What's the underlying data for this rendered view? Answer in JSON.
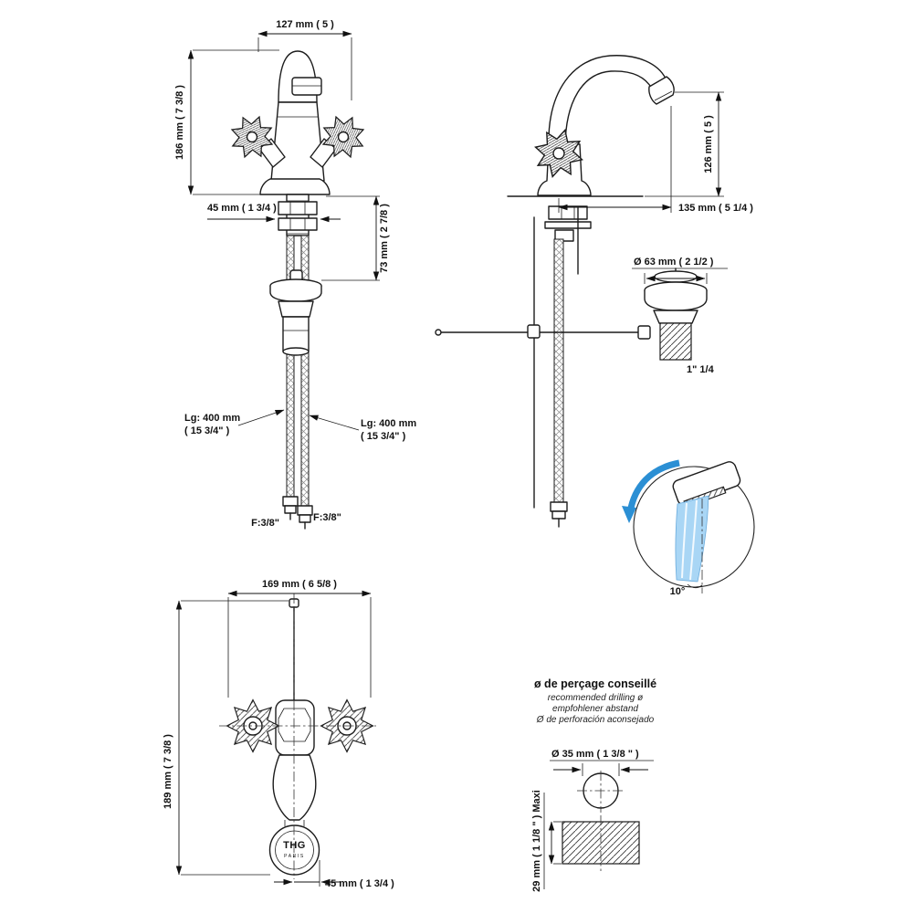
{
  "front_view": {
    "dim_spout_width": "127 mm ( 5 )",
    "dim_total_height": "186 mm ( 7 3/8 )",
    "dim_shank": "45 mm ( 1 3/4 )",
    "dim_under_deck": "73 mm ( 2 7/8 )",
    "hose_left_line1": "Lg: 400 mm",
    "hose_left_line2": "( 15 3/4\" )",
    "hose_right_line1": "Lg: 400 mm",
    "hose_right_line2": "( 15 3/4\" )",
    "fitting_left": "F:3/8\"",
    "fitting_right": "F:3/8\""
  },
  "side_view": {
    "dim_spout_height": "126 mm ( 5 )",
    "dim_reach": "135 mm ( 5 1/4 )",
    "dim_drain_diameter": "Ø 63 mm ( 2 1/2 )",
    "drain_thread": "1\" 1/4",
    "detail_angle": "10°"
  },
  "top_view": {
    "dim_width": "169 mm ( 6 5/8 )",
    "dim_depth": "189 mm ( 7 3/8 )",
    "dim_spout_offset": "45 mm ( 1 3/4 )",
    "logo_name": "THG",
    "logo_city": "PARIS"
  },
  "drilling": {
    "title": "ø de perçage conseillé",
    "subtitle_en": "recommended drilling ø",
    "subtitle_de": "empfohlener abstand",
    "subtitle_es": "Ø de perforación aconsejado",
    "dim_hole": "Ø 35 mm ( 1 3/8 \" )",
    "dim_max_thickness": "29 mm ( 1 1/8 \" )  Maxi"
  },
  "colors": {
    "line": "#1c1c1c",
    "water_fill": "#a9d6f5",
    "water_edge": "#6aabdc",
    "accent_blue": "#2b8fd4",
    "background": "#ffffff"
  }
}
